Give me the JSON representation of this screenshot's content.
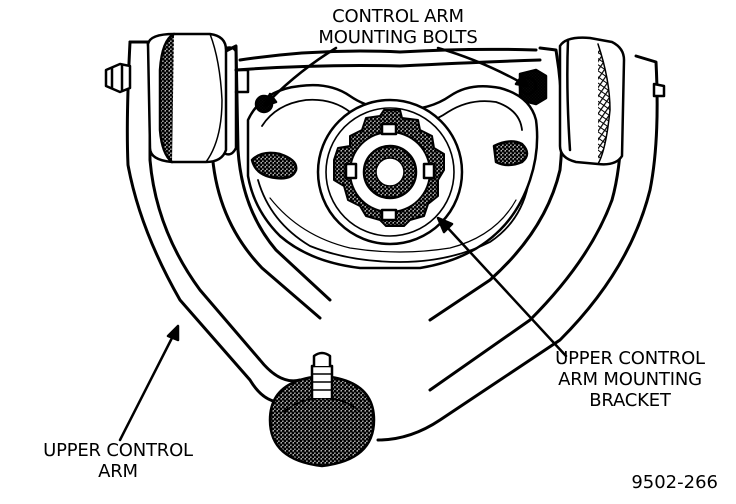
{
  "labels": {
    "mounting_bolts": {
      "line1": "CONTROL ARM",
      "line2": "MOUNTING BOLTS"
    },
    "mounting_bracket": {
      "line1": "UPPER CONTROL",
      "line2": "ARM MOUNTING",
      "line3": "BRACKET"
    },
    "control_arm": {
      "line1": "UPPER CONTROL",
      "line2": "ARM"
    }
  },
  "figure_number": "9502-266",
  "colors": {
    "ink": "#000000",
    "paper": "#ffffff",
    "shade": "#1a1a1a"
  }
}
